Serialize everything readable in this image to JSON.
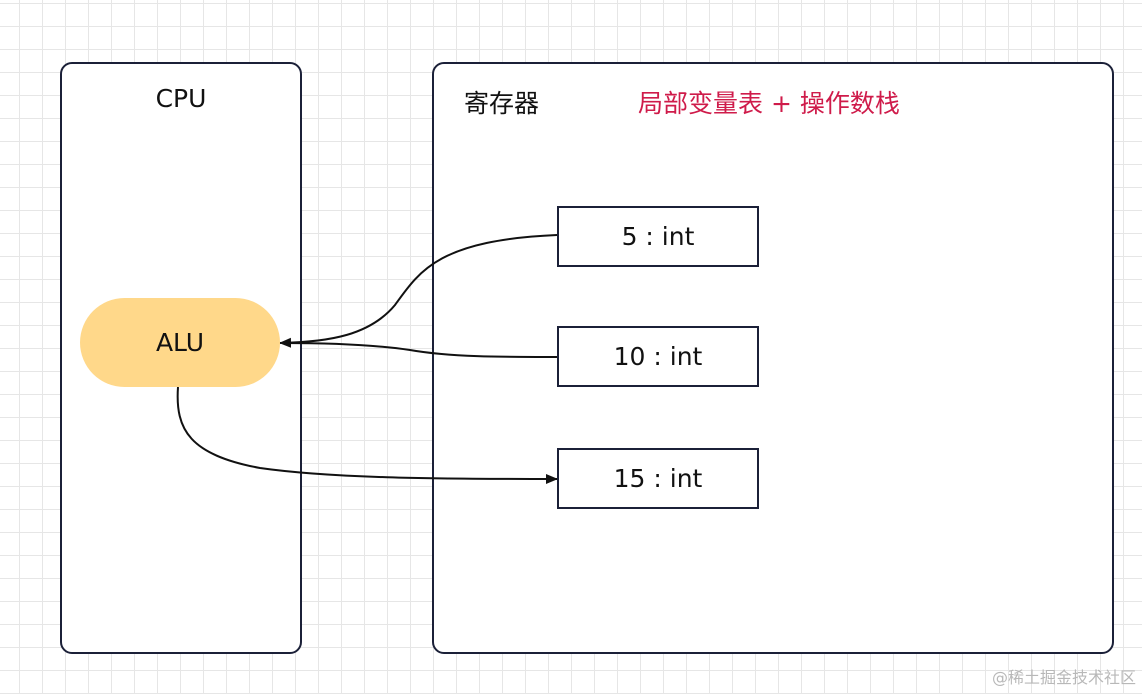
{
  "cpu": {
    "title": "CPU",
    "alu_label": "ALU"
  },
  "registers": {
    "title": "寄存器",
    "note": "局部变量表 + 操作数栈",
    "entries": [
      {
        "label": "5 : int"
      },
      {
        "label": "10 : int"
      },
      {
        "label": "15 : int"
      }
    ]
  },
  "colors": {
    "border": "#1b2038",
    "alu_fill": "#ffd88a",
    "note": "#cf1b4a",
    "grid": "#e6e6e6"
  },
  "watermark": "@稀土掘金技术社区"
}
